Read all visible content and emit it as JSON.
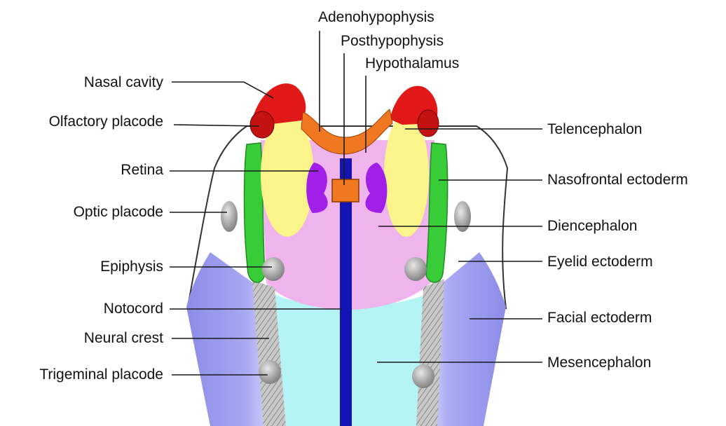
{
  "labels": {
    "adenohypophysis": "Adenohypophysis",
    "posthypophysis": "Posthypophysis",
    "hypothalamus": "Hypothalamus",
    "nasal_cavity": "Nasal cavity",
    "olfactory_placode": "Olfactory placode",
    "retina": "Retina",
    "optic_placode": "Optic placode",
    "epiphysis": "Epiphysis",
    "notocord": "Notocord",
    "neural_crest": "Neural crest",
    "trigeminal_placode": "Trigeminal placode",
    "telencephalon": "Telencephalon",
    "nasofrontal_ectoderm": "Nasofrontal ectoderm",
    "diencephalon": "Diencephalon",
    "eyelid_ectoderm": "Eyelid ectoderm",
    "facial_ectoderm": "Facial ectoderm",
    "mesencephalon": "Mesencephalon"
  },
  "colors": {
    "nasal_cavity": "#e01818",
    "hypothalamus_arc": "#f07820",
    "telencephalon": "#faf48a",
    "nasofrontal_ectoderm": "#38cc38",
    "retina": "#a020e8",
    "diencephalon": "#f0b4ec",
    "mesencephalon": "#b4f4f4",
    "facial_ectoderm": "#9a9af0",
    "notochord": "#1414b4",
    "neural_crest": "#b8b8b8",
    "placode": "#a8a8a8"
  }
}
